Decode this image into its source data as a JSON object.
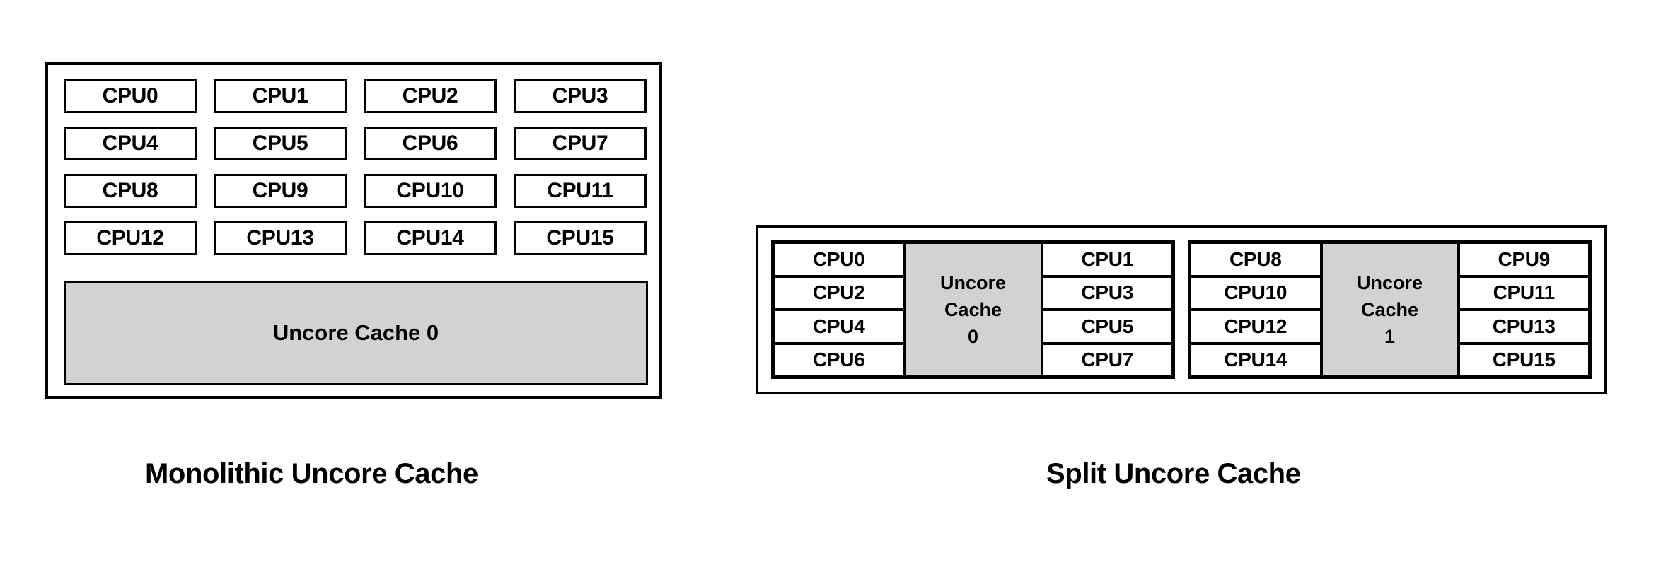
{
  "figure": {
    "colors": {
      "cache_fill": "#d2d2d2",
      "border": "#000000",
      "background": "#ffffff",
      "text": "#000000"
    },
    "monolithic": {
      "caption": "Monolithic Uncore Cache",
      "cpus": [
        "CPU0",
        "CPU1",
        "CPU2",
        "CPU3",
        "CPU4",
        "CPU5",
        "CPU6",
        "CPU7",
        "CPU8",
        "CPU9",
        "CPU10",
        "CPU11",
        "CPU12",
        "CPU13",
        "CPU14",
        "CPU15"
      ],
      "cache_label": "Uncore Cache 0"
    },
    "split": {
      "caption": "Split Uncore Cache",
      "groups": [
        {
          "left_cpus": [
            "CPU0",
            "CPU2",
            "CPU4",
            "CPU6"
          ],
          "cache_label": "Uncore\nCache\n0",
          "cache_lines": [
            "Uncore",
            "Cache",
            "0"
          ],
          "right_cpus": [
            "CPU1",
            "CPU3",
            "CPU5",
            "CPU7"
          ]
        },
        {
          "left_cpus": [
            "CPU8",
            "CPU10",
            "CPU12",
            "CPU14"
          ],
          "cache_label": "Uncore\nCache\n1",
          "cache_lines": [
            "Uncore",
            "Cache",
            "1"
          ],
          "right_cpus": [
            "CPU9",
            "CPU11",
            "CPU13",
            "CPU15"
          ]
        }
      ]
    }
  }
}
